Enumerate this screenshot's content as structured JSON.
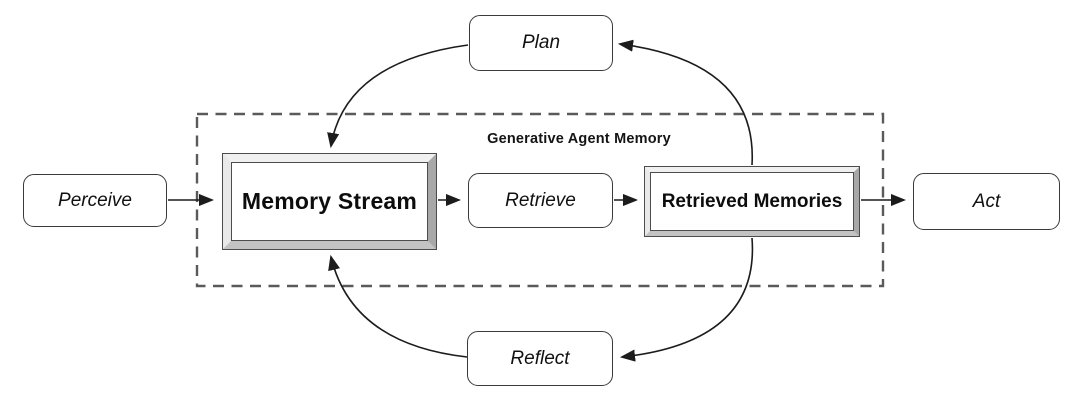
{
  "diagram": {
    "region_label": "Generative Agent Memory",
    "nodes": {
      "perceive": {
        "label": "Perceive"
      },
      "plan": {
        "label": "Plan"
      },
      "memory_stream": {
        "label": "Memory Stream"
      },
      "retrieve": {
        "label": "Retrieve"
      },
      "retrieved_memories": {
        "label": "Retrieved Memories"
      },
      "act": {
        "label": "Act"
      },
      "reflect": {
        "label": "Reflect"
      }
    },
    "edges": [
      {
        "from": "perceive",
        "to": "memory_stream",
        "style": "straight"
      },
      {
        "from": "memory_stream",
        "to": "retrieve",
        "style": "straight"
      },
      {
        "from": "retrieve",
        "to": "retrieved_memories",
        "style": "straight"
      },
      {
        "from": "retrieved_memories",
        "to": "act",
        "style": "straight"
      },
      {
        "from": "retrieved_memories",
        "to": "plan",
        "style": "curved"
      },
      {
        "from": "plan",
        "to": "memory_stream",
        "style": "curved"
      },
      {
        "from": "retrieved_memories",
        "to": "reflect",
        "style": "curved"
      },
      {
        "from": "reflect",
        "to": "memory_stream",
        "style": "curved"
      }
    ],
    "colors": {
      "background": "#ffffff",
      "stroke": "#1c1c1c",
      "node_border": "#3a3a3a",
      "dashed_border": "#5a5a5a",
      "bevel_light": "#f0f0f0",
      "bevel_dark": "#a8a8a8",
      "text": "#111111"
    }
  }
}
